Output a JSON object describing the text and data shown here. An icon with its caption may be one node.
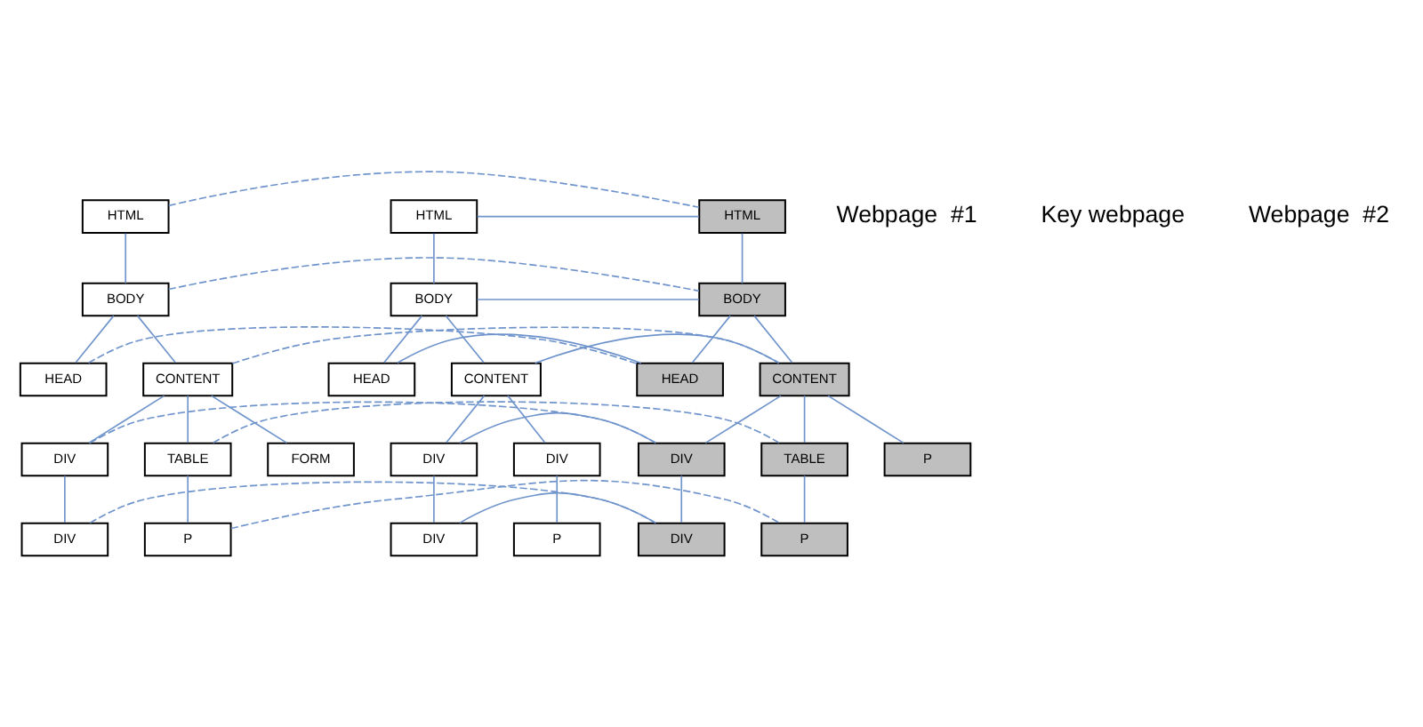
{
  "diagram": {
    "nodes": [
      {
        "text": [
          "HTML"
        ]
      },
      {
        "text": [
          "BODY"
        ]
      },
      {
        "text": [
          "HEAD"
        ]
      },
      {
        "text": [
          "CONTENT"
        ]
      },
      {
        "text": [
          "DIV"
        ]
      },
      {
        "text": [
          "TABLE"
        ]
      },
      {
        "text": [
          "FORM"
        ]
      },
      {
        "text": [
          "DIV"
        ]
      },
      {
        "text": [
          "P"
        ]
      },
      {
        "text": [
          "HTML"
        ]
      },
      {
        "text": [
          "BODY"
        ]
      },
      {
        "text": [
          "HEAD"
        ]
      },
      {
        "text": [
          "CONTENT"
        ]
      },
      {
        "text": [
          "DIV"
        ]
      },
      {
        "text": [
          "TABLE"
        ]
      },
      {
        "text": [
          "P"
        ]
      },
      {
        "text": [
          "DIV"
        ]
      },
      {
        "text": [
          "P"
        ]
      },
      {
        "text": [
          "HTML"
        ]
      },
      {
        "text": [
          "BODY"
        ]
      },
      {
        "text": [
          "HEAD"
        ]
      },
      {
        "text": [
          "CONTENT"
        ]
      },
      {
        "text": [
          "DIV"
        ]
      },
      {
        "text": [
          "DIV"
        ]
      },
      {
        "text": [
          "DIV"
        ]
      },
      {
        "text": [
          "P"
        ]
      }
    ],
    "edges": [
      {
        "from": 0,
        "to": 1,
        "arrow": "none"
      },
      {
        "from": 1,
        "to": 2,
        "arrow": "none"
      },
      {
        "from": 1,
        "to": 3,
        "arrow": "none"
      },
      {
        "from": 3,
        "to": 4,
        "arrow": "none"
      },
      {
        "from": 3,
        "to": 5,
        "arrow": "none"
      },
      {
        "from": 3,
        "to": 6,
        "arrow": "none"
      },
      {
        "from": 4,
        "to": 7,
        "arrow": "none"
      },
      {
        "from": 5,
        "to": 8,
        "arrow": "none"
      },
      {
        "from": 9,
        "to": 10,
        "arrow": "none"
      },
      {
        "from": 10,
        "to": 11,
        "arrow": "none"
      },
      {
        "from": 10,
        "to": 12,
        "arrow": "none"
      },
      {
        "from": 12,
        "to": 13,
        "arrow": "none"
      },
      {
        "from": 12,
        "to": 14,
        "arrow": "none"
      },
      {
        "from": 12,
        "to": 15,
        "arrow": "none"
      },
      {
        "from": 13,
        "to": 16,
        "arrow": "none"
      },
      {
        "from": 14,
        "to": 17,
        "arrow": "none"
      },
      {
        "from": 18,
        "to": 19,
        "arrow": "none"
      },
      {
        "from": 19,
        "to": 20,
        "arrow": "none"
      },
      {
        "from": 19,
        "to": 21,
        "arrow": "none"
      },
      {
        "from": 21,
        "to": 22,
        "arrow": "none"
      },
      {
        "from": 21,
        "to": 23,
        "arrow": "none"
      },
      {
        "from": 22,
        "to": 24,
        "arrow": "none"
      },
      {
        "from": 23,
        "to": 25,
        "arrow": "none"
      },
      {
        "from": 0,
        "to": 9,
        "arrow": "none",
        "style": "dashed"
      },
      {
        "from": 1,
        "to": 10,
        "arrow": "none",
        "style": "dashed"
      },
      {
        "from": 2,
        "to": 11,
        "arrow": "none",
        "style": "dashed"
      },
      {
        "from": 3,
        "to": 12,
        "arrow": "none",
        "style": "dashed"
      },
      {
        "from": 4,
        "to": 13,
        "arrow": "none",
        "style": "dashed"
      },
      {
        "from": 5,
        "to": 14,
        "arrow": "none",
        "style": "dashed"
      },
      {
        "from": 7,
        "to": 16,
        "arrow": "none",
        "style": "dashed"
      },
      {
        "from": 8,
        "to": 17,
        "arrow": "none",
        "style": "dashed"
      },
      {
        "from": 9,
        "to": 18,
        "arrow": "none"
      },
      {
        "from": 10,
        "to": 19,
        "arrow": "none"
      },
      {
        "from": 11,
        "to": 20,
        "arrow": "none"
      },
      {
        "from": 12,
        "to": 21,
        "arrow": "none"
      },
      {
        "from": 13,
        "to": 22,
        "arrow": "none"
      },
      {
        "from": 16,
        "to": 24,
        "arrow": "none"
      }
    ],
    "labels": [
      "Webpage  #1",
      "Key webpage",
      "Webpage  #2"
    ]
  }
}
